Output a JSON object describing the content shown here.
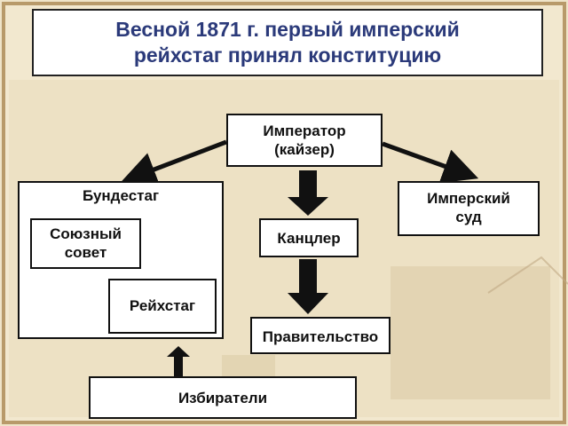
{
  "title": {
    "line1": "Весной 1871 г. первый имперский",
    "line2": "рейхстаг принял конституцию"
  },
  "nodes": {
    "emperor": {
      "line1": "Император",
      "line2": "(кайзер)"
    },
    "bundestag": {
      "label": "Бундестаг"
    },
    "union_council": {
      "line1": "Союзный",
      "line2": "совет"
    },
    "reichstag": {
      "label": "Рейхстаг"
    },
    "imperial_court": {
      "line1": "Имперский",
      "line2": "суд"
    },
    "chancellor": {
      "label": "Канцлер"
    },
    "government": {
      "label": "Правительство"
    },
    "voters": {
      "label": "Избиратели"
    }
  },
  "colors": {
    "title_text": "#2b3a7a",
    "background": "#efe4c9",
    "arrow": "#111111"
  }
}
